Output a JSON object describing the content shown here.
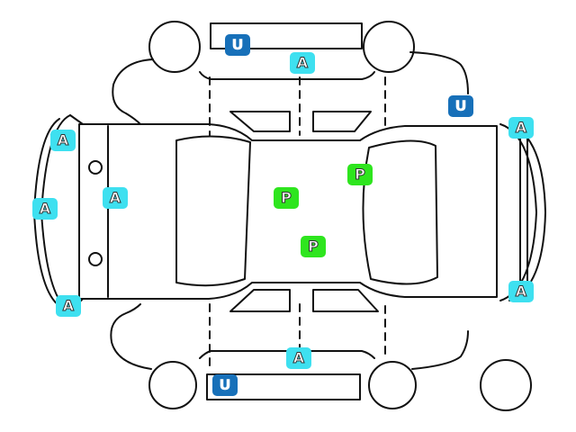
{
  "diagram": {
    "type": "vehicle-damage-map",
    "view": "top-down"
  },
  "legend_codes": {
    "A": {
      "color": "#3ee0f0"
    },
    "U": {
      "color": "#1770b9"
    },
    "P": {
      "color": "#2ee51e"
    }
  },
  "markers": [
    {
      "code": "U",
      "location": "left-door-sill-front"
    },
    {
      "code": "A",
      "location": "left-front-fender"
    },
    {
      "code": "U",
      "location": "front-right-fender"
    },
    {
      "code": "A",
      "location": "front-bumper-left"
    },
    {
      "code": "A",
      "location": "front-bumper-right"
    },
    {
      "code": "A",
      "location": "rear-bumper-upper"
    },
    {
      "code": "A",
      "location": "trunk-lid"
    },
    {
      "code": "P",
      "location": "windshield"
    },
    {
      "code": "P",
      "location": "roof-front"
    },
    {
      "code": "P",
      "location": "roof-rear"
    },
    {
      "code": "A",
      "location": "rear-bumper-lower"
    },
    {
      "code": "A",
      "location": "right-rear-door"
    },
    {
      "code": "U",
      "location": "right-door-sill-rear"
    },
    {
      "code": "A",
      "location": "front-bumper-lower"
    }
  ]
}
